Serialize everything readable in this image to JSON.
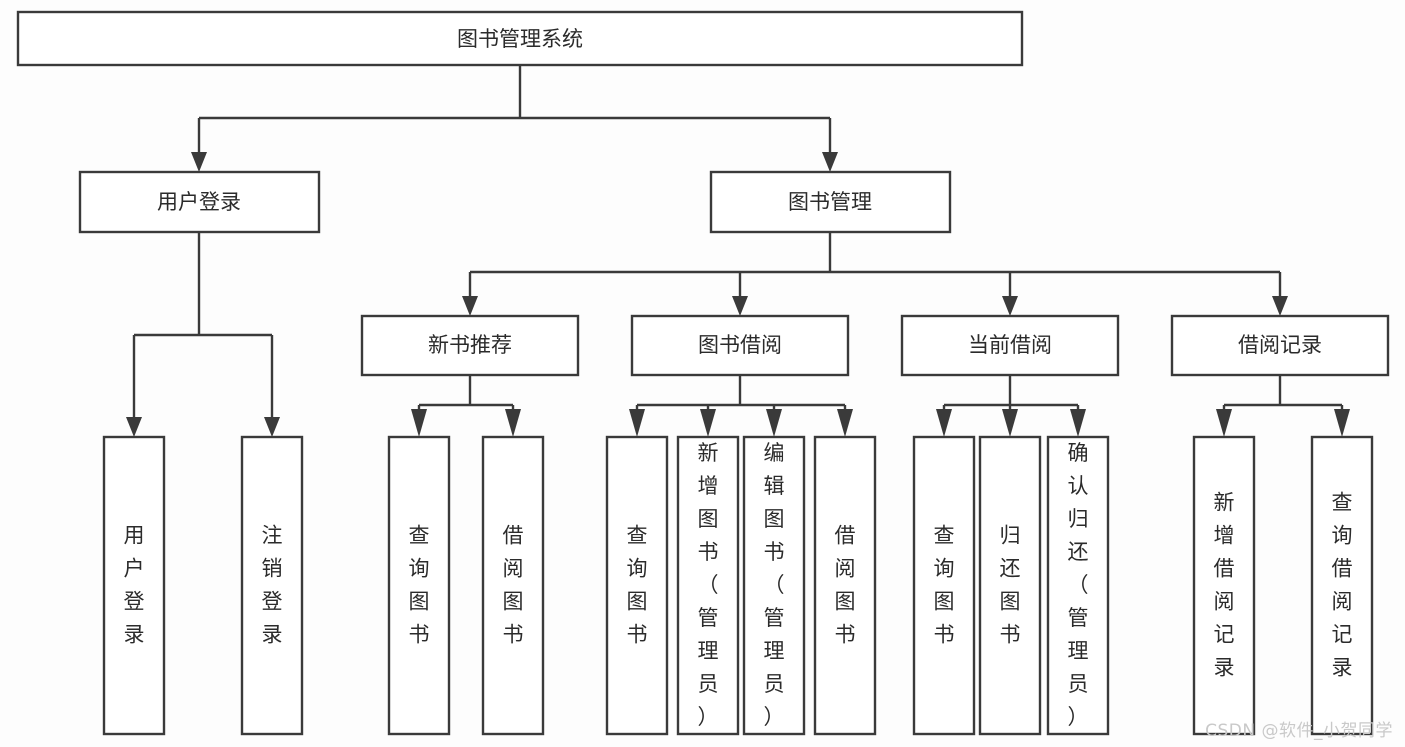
{
  "diagram": {
    "type": "tree",
    "title_node": {
      "id": "root",
      "label": "图书管理系统"
    },
    "level2": [
      {
        "id": "user-login",
        "label": "用户登录"
      },
      {
        "id": "book-manage",
        "label": "图书管理"
      }
    ],
    "level3": [
      {
        "id": "new-book-rec",
        "label": "新书推荐",
        "parent": "book-manage"
      },
      {
        "id": "book-borrow",
        "label": "图书借阅",
        "parent": "book-manage"
      },
      {
        "id": "current-borrow",
        "label": "当前借阅",
        "parent": "book-manage"
      },
      {
        "id": "borrow-record",
        "label": "借阅记录",
        "parent": "book-manage"
      }
    ],
    "leaves": [
      {
        "id": "leaf-user-login",
        "label": "用户登录",
        "parent": "user-login"
      },
      {
        "id": "leaf-logout",
        "label": "注销登录",
        "parent": "user-login"
      },
      {
        "id": "leaf-query-book-1",
        "label": "查询图书",
        "parent": "new-book-rec"
      },
      {
        "id": "leaf-borrow-book-1",
        "label": "借阅图书",
        "parent": "new-book-rec"
      },
      {
        "id": "leaf-query-book-2",
        "label": "查询图书",
        "parent": "book-borrow"
      },
      {
        "id": "leaf-add-book",
        "label": "新增图书（管理员）",
        "parent": "book-borrow"
      },
      {
        "id": "leaf-edit-book",
        "label": "编辑图书（管理员）",
        "parent": "book-borrow"
      },
      {
        "id": "leaf-borrow-book-2",
        "label": "借阅图书",
        "parent": "book-borrow"
      },
      {
        "id": "leaf-query-book-3",
        "label": "查询图书",
        "parent": "current-borrow"
      },
      {
        "id": "leaf-return-book",
        "label": "归还图书",
        "parent": "current-borrow"
      },
      {
        "id": "leaf-confirm-return",
        "label": "确认归还（管理员）",
        "parent": "current-borrow"
      },
      {
        "id": "leaf-add-record",
        "label": "新增借阅记录",
        "parent": "borrow-record"
      },
      {
        "id": "leaf-query-record",
        "label": "查询借阅记录",
        "parent": "borrow-record"
      }
    ],
    "colors": {
      "box_fill": "#ffffff",
      "box_stroke": "#3a3a3a",
      "text": "#2b2b2b",
      "background": "#fdfdfd",
      "watermark": "#c9c9c9"
    }
  },
  "watermark": {
    "label": "CSDN @软件_小贺同学"
  }
}
